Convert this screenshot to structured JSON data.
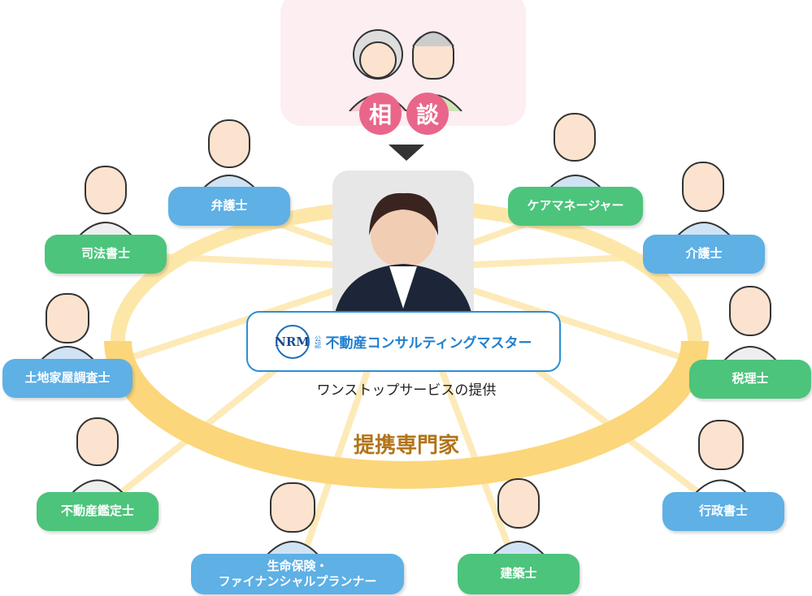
{
  "consult": {
    "char1": "相",
    "char2": "談"
  },
  "center": {
    "org_prefix": "公認",
    "org_name": "不動産コンサルティングマスター",
    "logo_letters": "NRM",
    "tagline": "ワンストップサービスの提供"
  },
  "ring_label": "提携専門家",
  "specialists": [
    {
      "label": "弁護士"
    },
    {
      "label": "司法書士"
    },
    {
      "label": "土地家屋調査士"
    },
    {
      "label": "不動産鑑定士"
    },
    {
      "label": "生命保険・",
      "label2": "ファイナンシャルプランナー"
    },
    {
      "label": "建築士"
    },
    {
      "label": "行政書士"
    },
    {
      "label": "税理士"
    },
    {
      "label": "介護士"
    },
    {
      "label": "ケアマネージャー"
    }
  ],
  "colors": {
    "blue": "#5eb0e5",
    "green": "#4cc47c",
    "ring": "#fcd67a",
    "accent": "#e9668a"
  }
}
